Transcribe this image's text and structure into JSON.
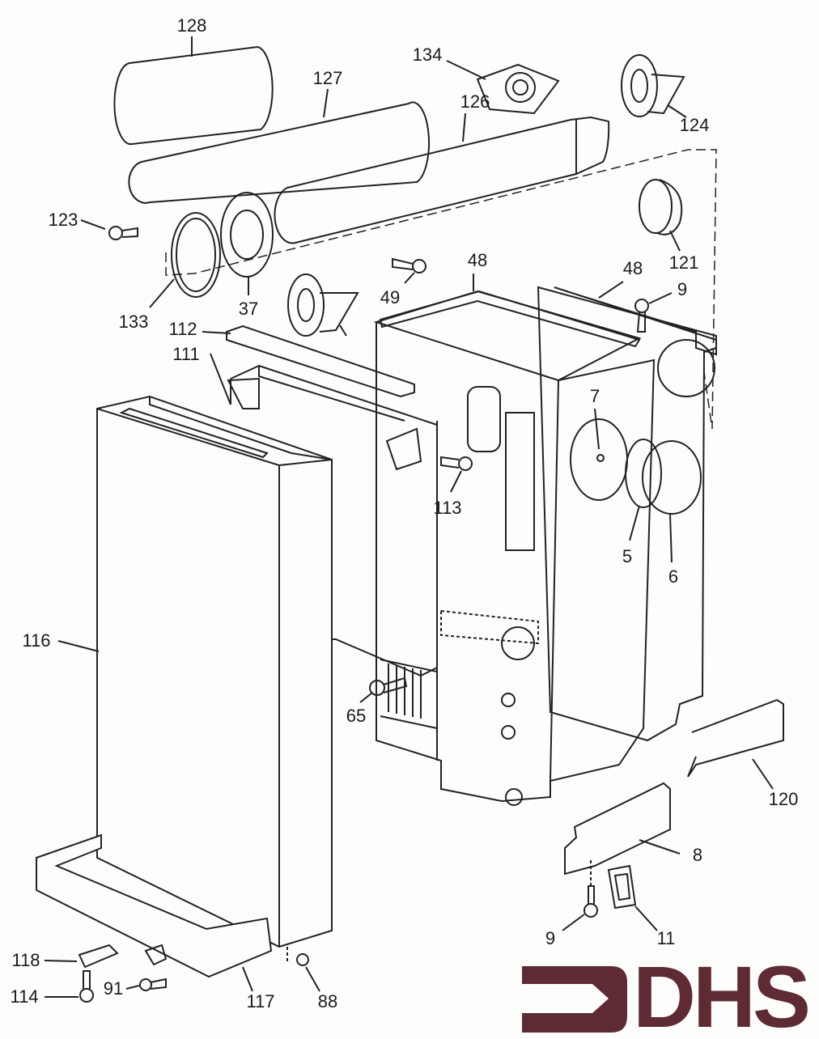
{
  "diagram": {
    "part_labels": [
      "128",
      "127",
      "134",
      "126",
      "124",
      "123",
      "121",
      "48",
      "48",
      "9",
      "49",
      "37",
      "133",
      "112",
      "111",
      "7",
      "113",
      "5",
      "6",
      "116",
      "65",
      "120",
      "8",
      "9",
      "11",
      "118",
      "114",
      "91",
      "117",
      "88"
    ]
  },
  "logo": {
    "text": "DHS",
    "color": "#5e2a33"
  }
}
